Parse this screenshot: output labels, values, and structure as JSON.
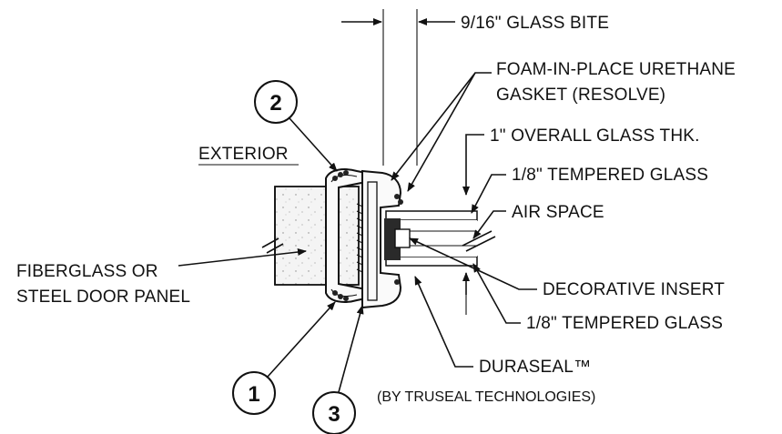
{
  "labels": {
    "glass_bite": "9/16\" GLASS BITE",
    "gasket_line1": "FOAM-IN-PLACE URETHANE",
    "gasket_line2": "GASKET (RESOLVE)",
    "overall_thk": "1\" OVERALL GLASS THK.",
    "tempered_glass_top": "1/8\" TEMPERED GLASS",
    "air_space": "AIR SPACE",
    "exterior": "EXTERIOR",
    "door_panel_line1": "FIBERGLASS OR",
    "door_panel_line2": "STEEL DOOR PANEL",
    "decorative_insert": "DECORATIVE INSERT",
    "tempered_glass_bottom": "1/8\" TEMPERED GLASS",
    "duraseal": "DURASEAL™",
    "duraseal_by": "(BY TRUSEAL TECHNOLOGIES)"
  },
  "callouts": {
    "c1": "1",
    "c2": "2",
    "c3": "3"
  }
}
